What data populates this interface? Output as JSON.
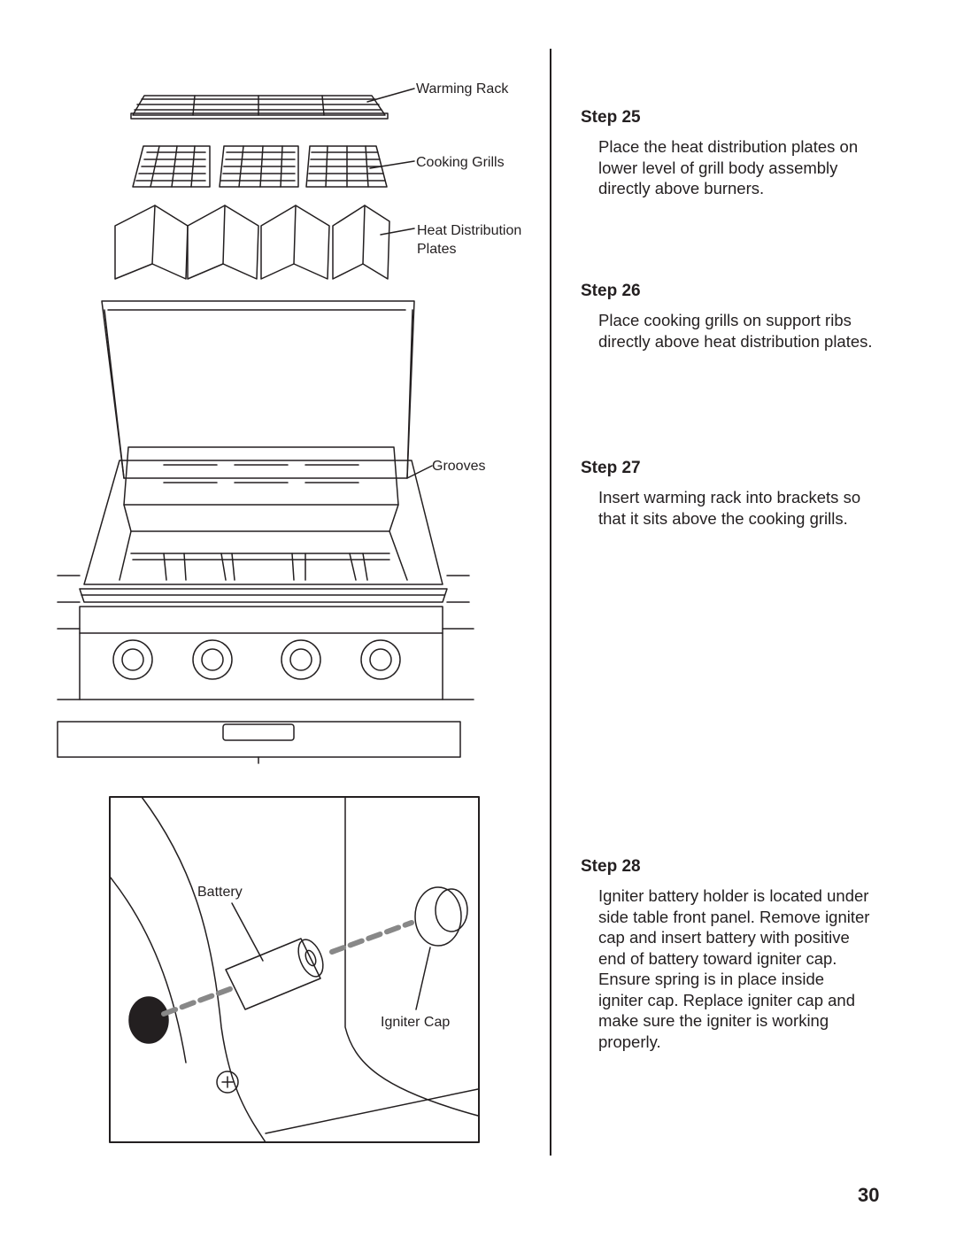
{
  "labels": {
    "warming_rack": "Warming Rack",
    "cooking_grills": "Cooking Grills",
    "heat_distribution_plates": "Heat Distribution\nPlates",
    "grooves": "Grooves",
    "battery": "Battery",
    "igniter_cap": "Igniter Cap"
  },
  "steps": [
    {
      "title": "Step 25",
      "body": "Place the heat distribution plates on lower level of grill body assembly directly above burners."
    },
    {
      "title": "Step 26",
      "body": "Place cooking grills on support ribs directly above heat distribution plates."
    },
    {
      "title": "Step 27",
      "body": "Insert warming rack into brackets so that it sits above the cooking grills."
    },
    {
      "title": "Step 28",
      "body": "Igniter battery holder is located under side table front panel. Remove igniter cap and insert battery with positive end of battery toward igniter cap. Ensure spring is in place inside igniter cap. Replace igniter cap and make sure the igniter is working properly."
    }
  ],
  "page_number": "30"
}
